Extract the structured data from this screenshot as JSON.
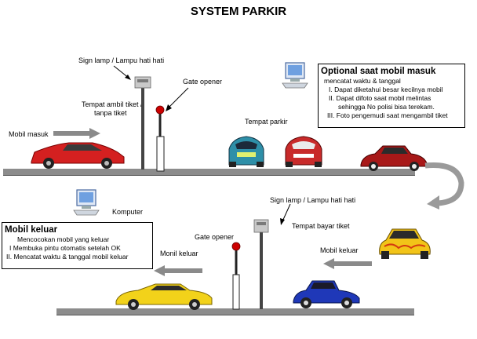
{
  "title": "SYSTEM PARKIR",
  "entry": {
    "sign_lamp": "Sign lamp / Lampu hati hati",
    "gate_opener": "Gate opener",
    "ticket_point": [
      "Tempat ambil tiket /",
      "tanpa tiket"
    ],
    "car_in": "Mobil masuk",
    "parking": "Tempat parkir",
    "optional_box": {
      "heading": "Optional saat mobil masuk",
      "lines": [
        "mencatat waktu & tanggal",
        "I. Dapat diketahui besar kecilnya mobil",
        "II. Dapat difoto saat mobil melintas",
        "sehingga No polisi bisa terekam.",
        "III. Foto pengemudi saat mengambil tiket"
      ]
    }
  },
  "exit": {
    "computer": "Komputer",
    "sign_lamp": "Sign lamp / Lampu hati hati",
    "pay_point": "Tempat bayar tiket",
    "gate_opener": "Gate opener",
    "car_out_label": "Monil keluar",
    "car_in_label": "Mobil keluar",
    "exit_box": {
      "heading": "Mobil keluar",
      "lines": [
        "Mencocokan mobil yang keluar",
        "I  Membuka pintu otomatis setelah OK",
        "II. Mencatat waktu & tanggal mobil keluar"
      ]
    }
  },
  "colors": {
    "road": "#8c8c8c",
    "arrow": "#8a8a8a",
    "red_car": "#d42020",
    "gate_light": "#cc0000"
  }
}
